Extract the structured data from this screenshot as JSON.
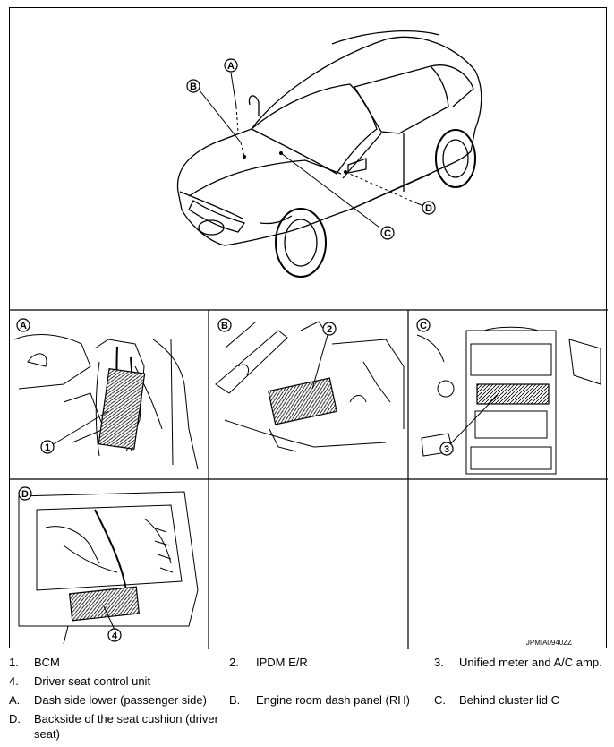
{
  "callouts": {
    "A": "A",
    "B": "B",
    "C": "C",
    "D": "D",
    "n1": "1",
    "n2": "2",
    "n3": "3",
    "n4": "4"
  },
  "ref_code": "JPMIA0940ZZ",
  "legend": [
    {
      "num": "1.",
      "text": "BCM"
    },
    {
      "num": "2.",
      "text": "IPDM E/R"
    },
    {
      "num": "3.",
      "text": "Unified meter and A/C amp."
    },
    {
      "num": "4.",
      "text": "Driver seat control unit"
    },
    {
      "num": "A.",
      "text": "Dash side lower (passenger side)"
    },
    {
      "num": "B.",
      "text": "Engine room dash panel (RH)"
    },
    {
      "num": "C.",
      "text": "Behind cluster lid C"
    },
    {
      "num": "D.",
      "text": "Backside of the seat cushion (driver",
      "text2": "seat)"
    }
  ]
}
